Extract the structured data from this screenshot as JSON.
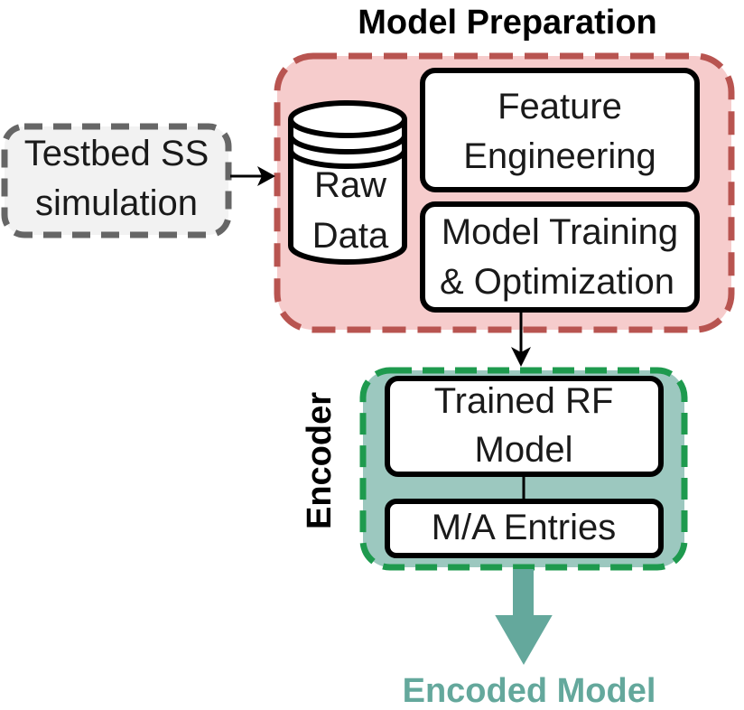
{
  "model_preparation": {
    "title": "Model Preparation",
    "raw_data": {
      "line1": "Raw",
      "line2": "Data"
    },
    "feature_engineering": {
      "line1": "Feature",
      "line2": "Engineering"
    },
    "model_training": {
      "line1": "Model Training",
      "line2": "& Optimization"
    }
  },
  "testbed": {
    "line1": "Testbed SS",
    "line2": "simulation"
  },
  "encoder": {
    "title": "Encoder",
    "trained_rf": {
      "line1": "Trained RF",
      "line2": "Model"
    },
    "ma_entries": "M/A Entries"
  },
  "output": {
    "label": "Encoded Model"
  },
  "colors": {
    "prep_fill": "#f6cccc",
    "prep_border": "#b85450",
    "encoder_fill": "#9cc8bf",
    "encoder_border": "#1e9a4e",
    "testbed_fill": "#f2f2f2",
    "testbed_border": "#666666",
    "output_arrow": "#64a89c",
    "output_text": "#64a89c"
  }
}
